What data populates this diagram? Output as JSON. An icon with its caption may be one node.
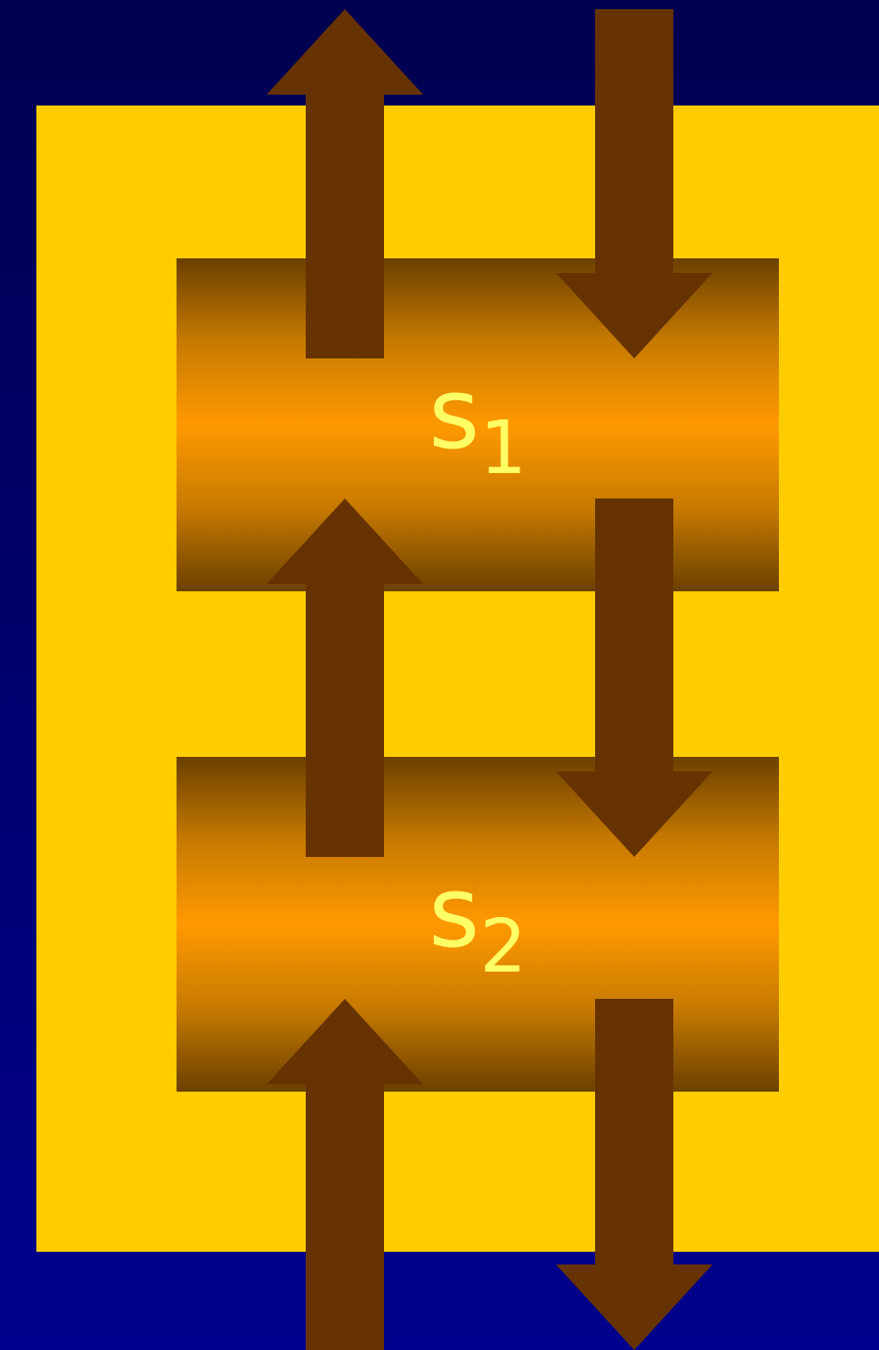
{
  "diagram": {
    "nodes": [
      {
        "text": [],
        "shape": "box"
      },
      {
        "text": [
          "s$_{1}$"
        ],
        "in": 0
      },
      {
        "text": [
          "s$_{2}$"
        ],
        "in": 0
      }
    ],
    "edges": [
      {
        "from": 1,
        "to": null,
        "arrow": "to"
      },
      {
        "from": null,
        "to": 1,
        "arrow": "to"
      },
      {
        "from": 2,
        "to": 1,
        "arrow": "to"
      },
      {
        "from": 1,
        "to": 2,
        "arrow": "to"
      },
      {
        "from": null,
        "to": 2,
        "arrow": "to"
      },
      {
        "from": 2,
        "to": null,
        "arrow": "to"
      }
    ]
  }
}
